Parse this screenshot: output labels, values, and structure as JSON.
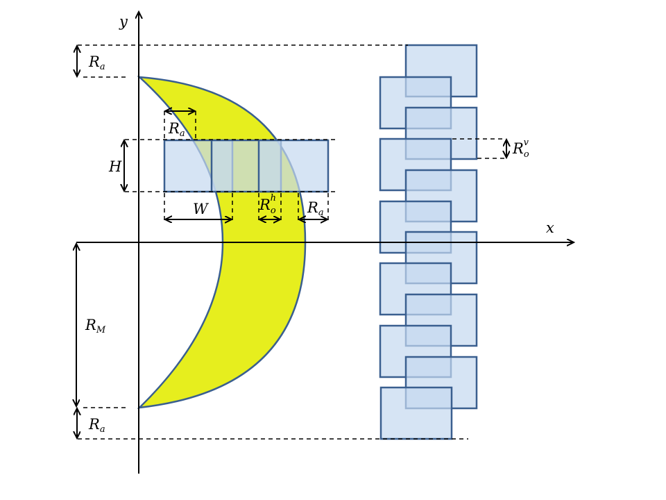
{
  "axes": {
    "x_label": "x",
    "y_label": "y"
  },
  "dimensions": {
    "Ra_label": "R",
    "Ra_sub": "a",
    "H_label": "H",
    "W_label": "W",
    "Roh_label": "R",
    "Roh_sub": "o",
    "Roh_sup": "h",
    "Rov_label": "R",
    "Rov_sub": "o",
    "Rov_sup": "v",
    "RM_label": "R",
    "RM_sub": "M"
  },
  "colors": {
    "crescent_fill": "#e6ee1e",
    "crescent_stroke": "#3a5f8f",
    "box_fill": "#c5d8f0",
    "box_stroke": "#3a5f8f",
    "overlap_fill": "#c9d9c0"
  }
}
